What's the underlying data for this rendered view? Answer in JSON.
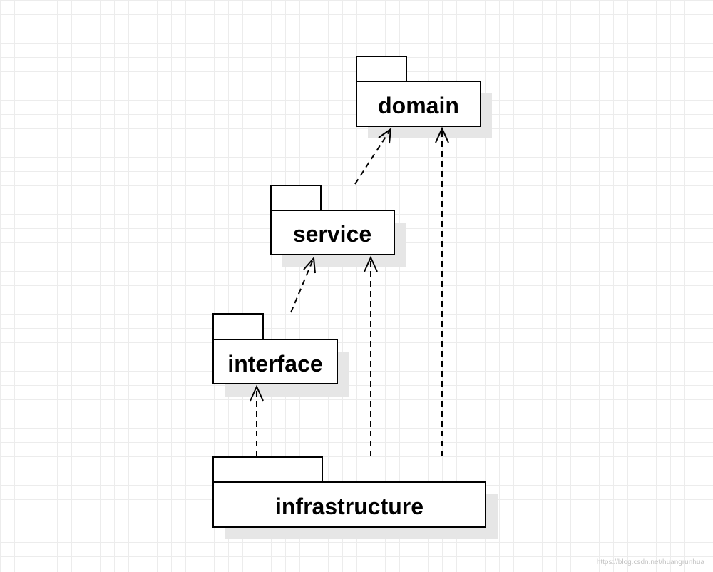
{
  "packages": [
    {
      "id": "domain",
      "label": "domain"
    },
    {
      "id": "service",
      "label": "service"
    },
    {
      "id": "interface",
      "label": "interface"
    },
    {
      "id": "infrastructure",
      "label": "infrastructure"
    }
  ],
  "dependencies": [
    {
      "from": "service",
      "to": "domain"
    },
    {
      "from": "interface",
      "to": "service"
    },
    {
      "from": "infrastructure",
      "to": "interface"
    },
    {
      "from": "infrastructure",
      "to": "service"
    },
    {
      "from": "infrastructure",
      "to": "domain"
    }
  ],
  "watermark": "https://blog.csdn.net/huangrunhua",
  "colors": {
    "stroke": "#000000",
    "fill": "#ffffff",
    "shadow": "#e6e6e6"
  }
}
